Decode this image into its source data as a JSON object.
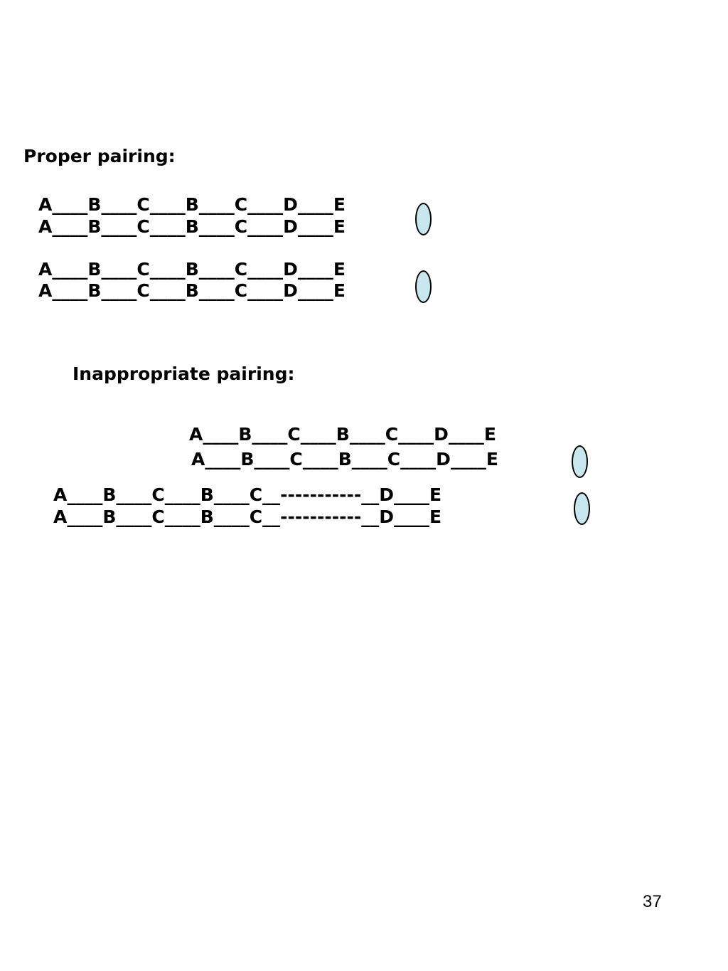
{
  "proper_heading": "Proper pairing:",
  "inappropriate_heading": "Inappropriate pairing:",
  "proper_pairs": [
    {
      "top": "A____B____C____B____C____D____E",
      "bottom": "A____B____C____B____C____D____E"
    },
    {
      "top": "A____B____C____B____C____D____E",
      "bottom": "A____B____C____B____C____D____E"
    }
  ],
  "inappropriate_pairs": [
    {
      "top": "A____B____C____B____C____D____E",
      "bottom": "A____B____C____B____C____D____E"
    },
    {
      "top": "A____B____C____B____C__-----------__D____E",
      "bottom": "A____B____C____B____C__-----------__D____E"
    }
  ],
  "marker_color": "#c8e6ee",
  "page_number": "37"
}
